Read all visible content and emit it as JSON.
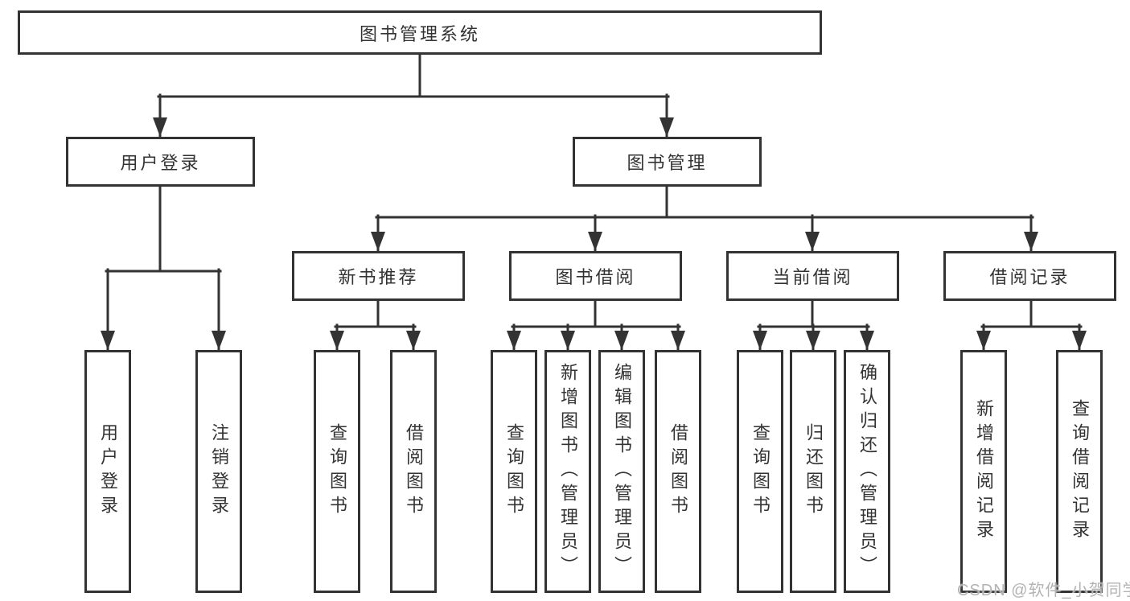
{
  "diagram": {
    "root": {
      "label": "图书管理系统"
    },
    "branches": [
      {
        "label": "用户登录",
        "children": [
          {
            "label": "用户登录"
          },
          {
            "label": "注销登录"
          }
        ]
      },
      {
        "label": "图书管理",
        "children": [
          {
            "label": "新书推荐",
            "children": [
              {
                "label": "查询图书"
              },
              {
                "label": "借阅图书"
              }
            ]
          },
          {
            "label": "图书借阅",
            "children": [
              {
                "label": "查询图书"
              },
              {
                "label": "新增图书（管理员）"
              },
              {
                "label": "编辑图书（管理员）"
              },
              {
                "label": "借阅图书"
              }
            ]
          },
          {
            "label": "当前借阅",
            "children": [
              {
                "label": "查询图书"
              },
              {
                "label": "归还图书"
              },
              {
                "label": "确认归还（管理员）"
              }
            ]
          },
          {
            "label": "借阅记录",
            "children": [
              {
                "label": "新增借阅记录"
              },
              {
                "label": "查询借阅记录"
              }
            ]
          }
        ]
      }
    ]
  },
  "watermark": {
    "text": "CSDN @软件_小贺同学"
  },
  "colors": {
    "line": "#333333",
    "box_border": "#333333",
    "text": "#333333",
    "watermark": "#b3b3b3",
    "background": "#ffffff"
  }
}
